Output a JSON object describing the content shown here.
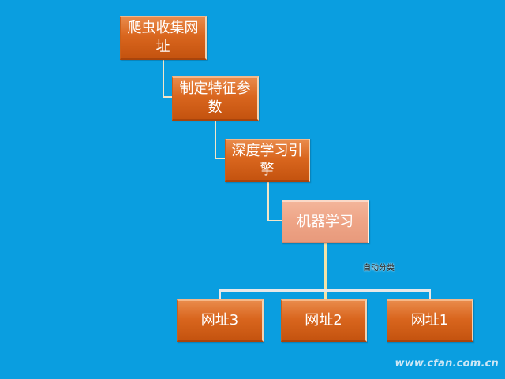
{
  "diagram": {
    "background_color": "#0a9ee0",
    "node_color": "#d9661e",
    "highlight_node_color": "#eea486",
    "nodes": [
      {
        "id": "n1",
        "label": "爬虫收集网址"
      },
      {
        "id": "n2",
        "label": "制定特征参数"
      },
      {
        "id": "n3",
        "label": "深度学习引擎"
      },
      {
        "id": "n4",
        "label": "机器学习"
      },
      {
        "id": "n5",
        "label": "网址3"
      },
      {
        "id": "n6",
        "label": "网址2"
      },
      {
        "id": "n7",
        "label": "网址1"
      }
    ],
    "edges": [
      {
        "from": "n1",
        "to": "n2"
      },
      {
        "from": "n2",
        "to": "n3"
      },
      {
        "from": "n3",
        "to": "n4"
      },
      {
        "from": "n4",
        "to": "n5"
      },
      {
        "from": "n4",
        "to": "n6"
      },
      {
        "from": "n4",
        "to": "n7"
      }
    ],
    "branch_label": "自动分类"
  },
  "watermark": "www.cfan.com.cn"
}
